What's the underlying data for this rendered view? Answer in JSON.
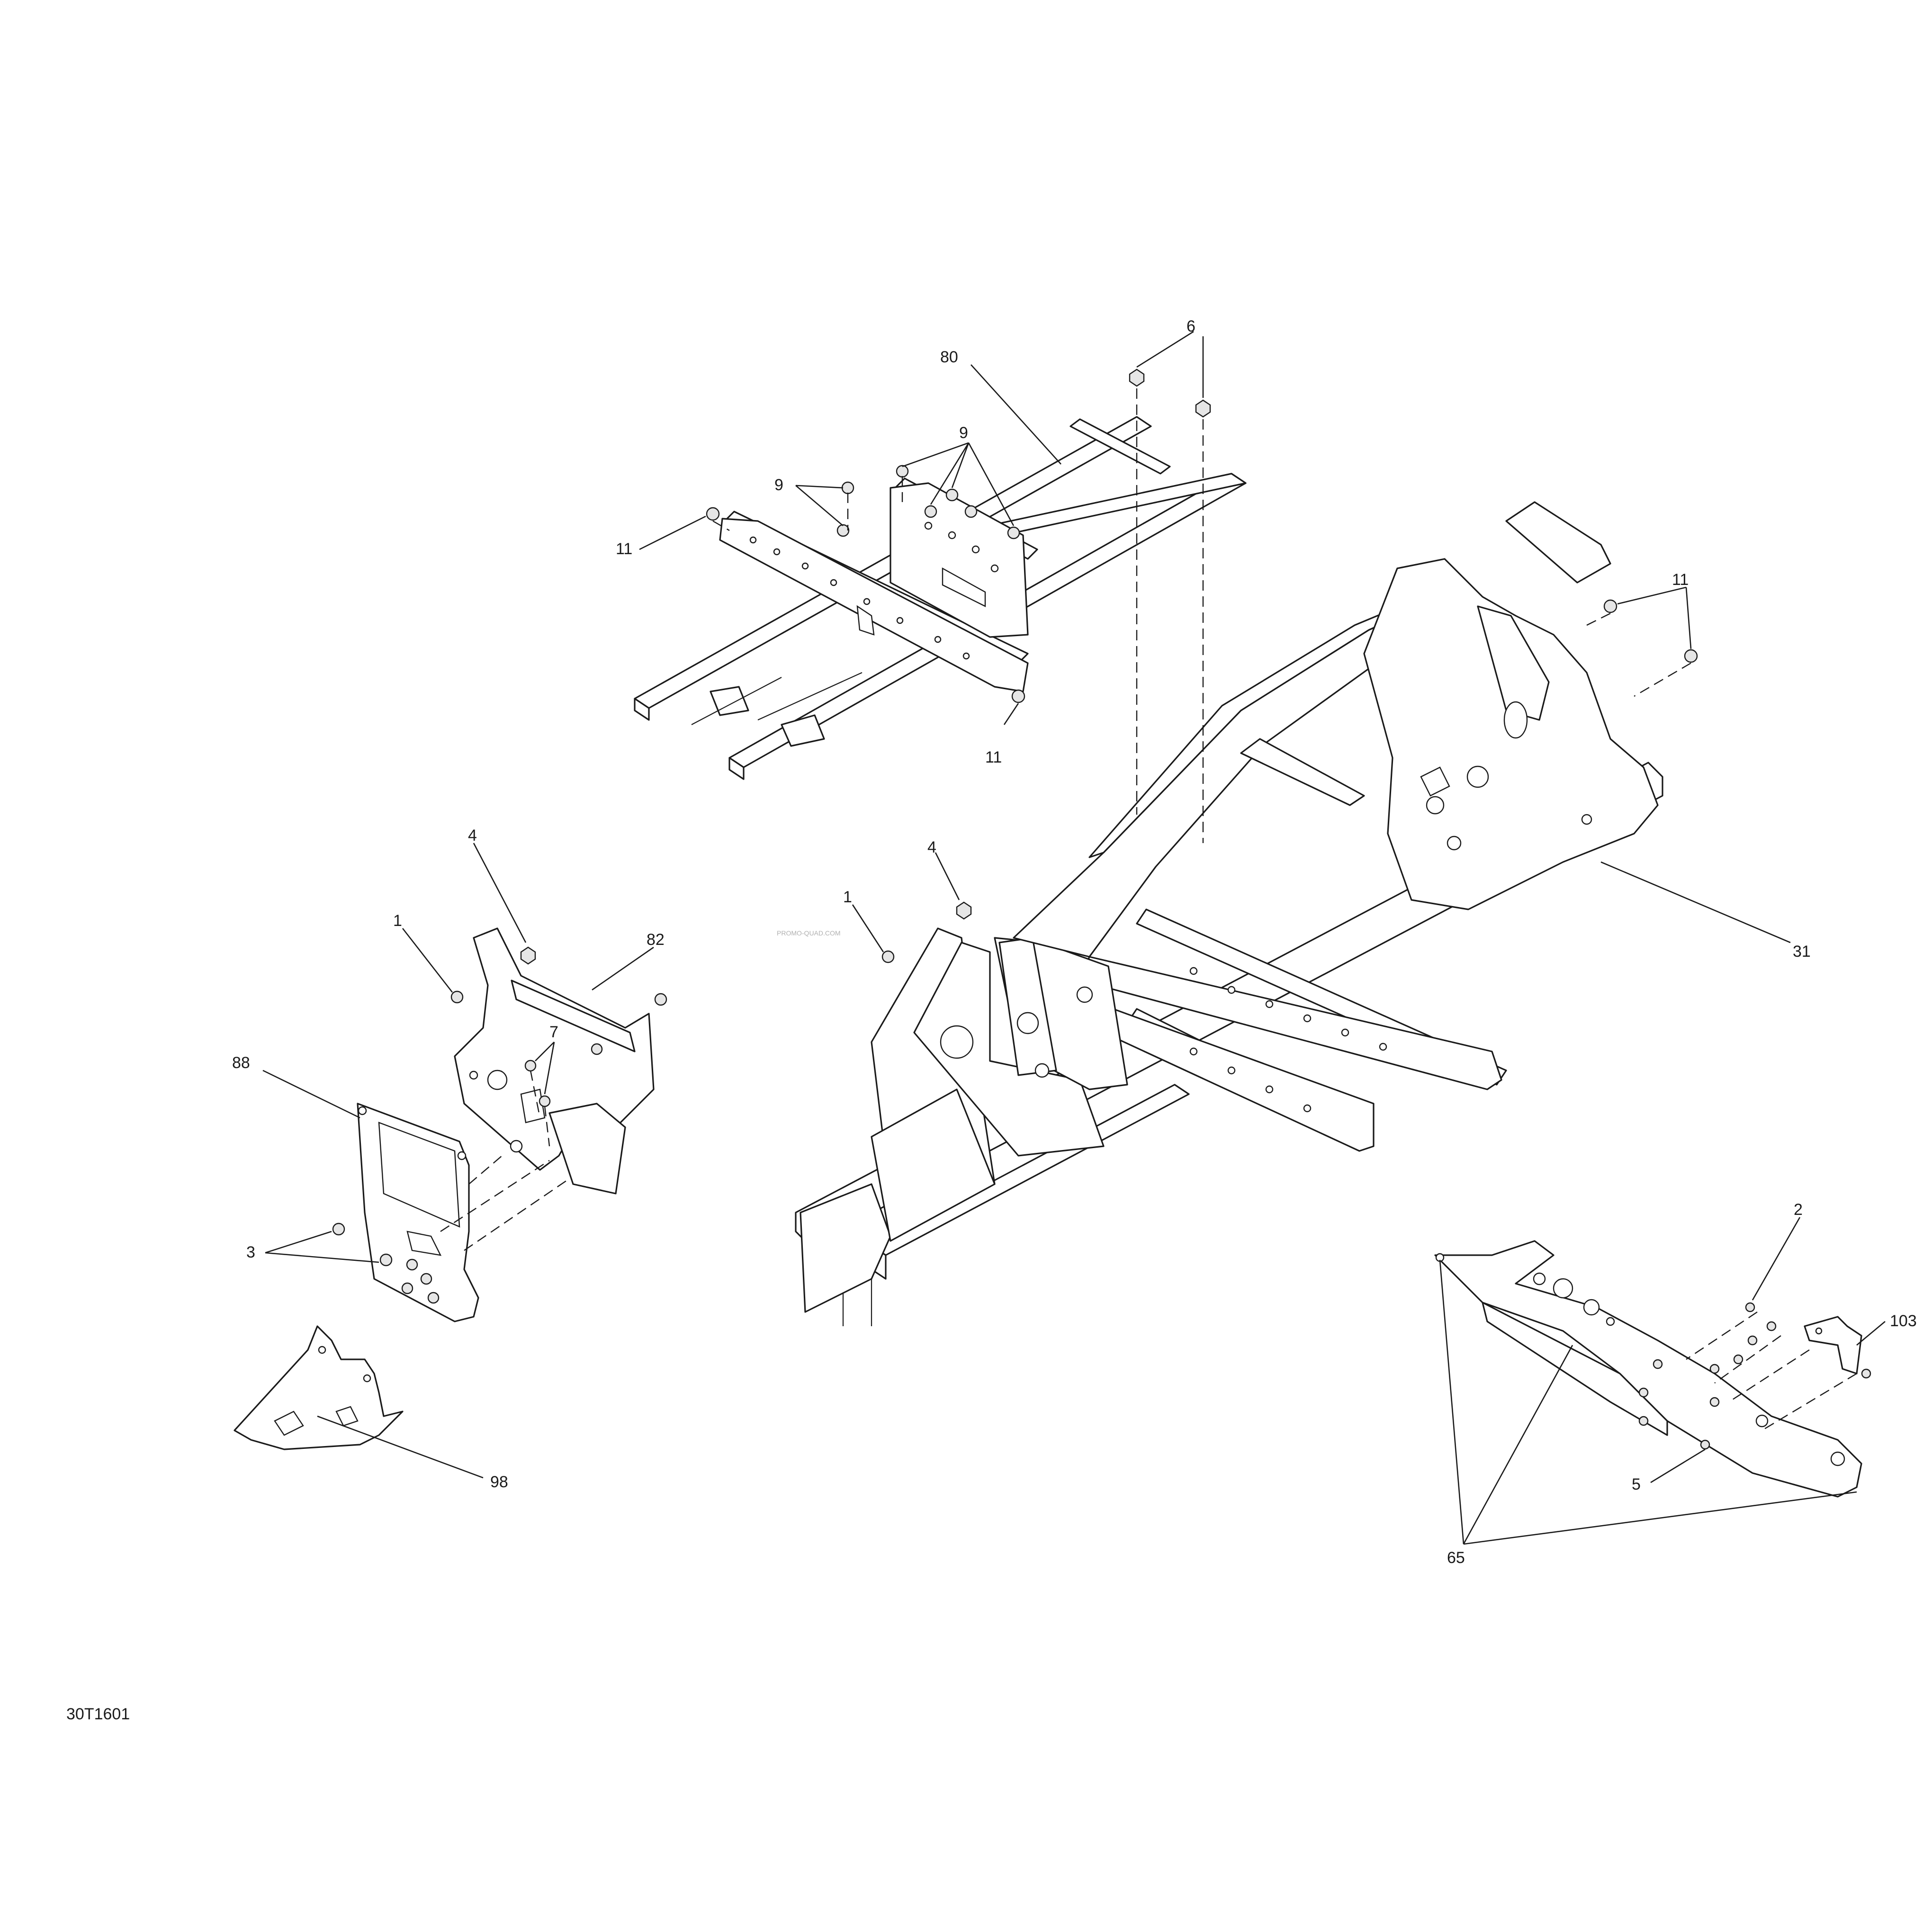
{
  "drawing_ref": "30T1601",
  "watermark": "PROMO-QUAD.COM",
  "callouts": {
    "c6": "6",
    "c80": "80",
    "c9a": "9",
    "c9b": "9",
    "c11a": "11",
    "c11b": "11",
    "c11c": "11",
    "c4a": "4",
    "c1a": "1",
    "c82": "82",
    "c7": "7",
    "c88": "88",
    "c3": "3",
    "c98": "98",
    "c4b": "4",
    "c1b": "1",
    "c31": "31",
    "c2": "2",
    "c103": "103",
    "c5": "5",
    "c65": "65"
  }
}
